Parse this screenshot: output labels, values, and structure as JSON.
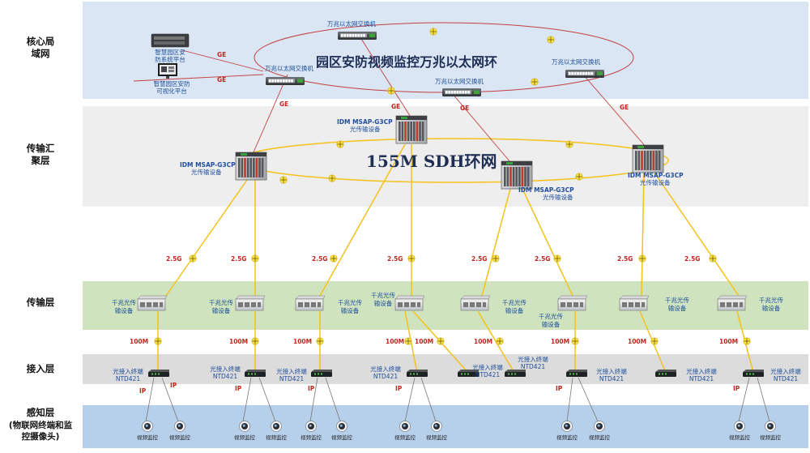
{
  "layers": [
    {
      "lines": [
        "核心局",
        "域网"
      ]
    },
    {
      "lines": [
        "传输汇",
        "聚层"
      ]
    },
    {
      "lines": [
        "传输层"
      ]
    },
    {
      "lines": [
        "接入层"
      ]
    },
    {
      "lines": [
        "感知层",
        "(物联网终端和监",
        "控摄像头)"
      ]
    }
  ],
  "colors": {
    "core_band": "#dae6f4",
    "agg_band": "#eeeeee",
    "trans_band": "#cfe4be",
    "access_band": "#dcdcdc",
    "sense_band": "#b6cfea",
    "yellow_link": "#f4c21a",
    "red_link": "#c44040"
  },
  "ring_title": "园区安防视频监控万兆以太网环",
  "sdh_title": "155M SDH环网",
  "platforms": {
    "server": [
      "智慧园区安",
      "防系统平台"
    ],
    "monitor": [
      "智慧园区安防",
      "可视化平台"
    ]
  },
  "switch_label": "万兆以太网交换机",
  "msap": {
    "model": "IDM  MSAP-G3CP",
    "desc": "光传输设备"
  },
  "gige": [
    "千兆光传",
    "输设备"
  ],
  "ntd": [
    "光接入终端",
    "NTD421"
  ],
  "links": {
    "ge": "GE",
    "g25": "2.5G",
    "m100": "100M",
    "ip": "IP"
  },
  "camera": "视频监控"
}
